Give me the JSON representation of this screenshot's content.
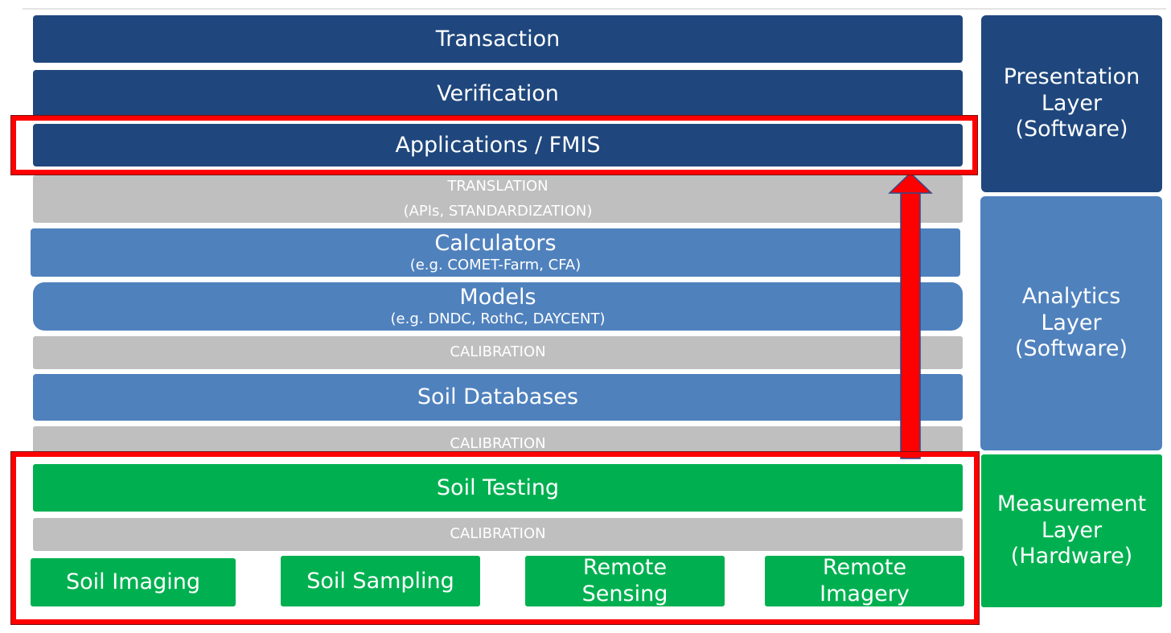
{
  "stack": {
    "transaction": "Transaction",
    "verification": "Verification",
    "applications": "Applications / FMIS",
    "translation": {
      "title": "TRANSLATION",
      "sub": "(APIs, STANDARDIZATION)"
    },
    "calculators": {
      "title": "Calculators",
      "sub": "(e.g. COMET-Farm, CFA)"
    },
    "models": {
      "title": "Models",
      "sub": "(e.g. DNDC, RothC, DAYCENT)"
    },
    "calibration_1": "CALIBRATION",
    "soil_databases": "Soil Databases",
    "calibration_2": "CALIBRATION",
    "soil_testing": "Soil Testing",
    "calibration_3": "CALIBRATION",
    "soil_imaging": "Soil Imaging",
    "soil_sampling": "Soil Sampling",
    "remote_sensing": {
      "line1": "Remote",
      "line2": "Sensing"
    },
    "remote_imagery": {
      "line1": "Remote",
      "line2": "Imagery"
    }
  },
  "layers": {
    "presentation": {
      "line1": "Presentation",
      "line2": "Layer",
      "line3": "(Software)"
    },
    "analytics": {
      "line1": "Analytics",
      "line2": "Layer",
      "line3": "(Software)"
    },
    "measurement": {
      "line1": "Measurement",
      "line2": "Layer",
      "line3": "(Hardware)"
    }
  },
  "colors": {
    "presentation": "#1f477d",
    "analytics": "#4f81bd",
    "calibration": "#bfbfbf",
    "measurement": "#00b050",
    "highlight": "#ff0000"
  }
}
